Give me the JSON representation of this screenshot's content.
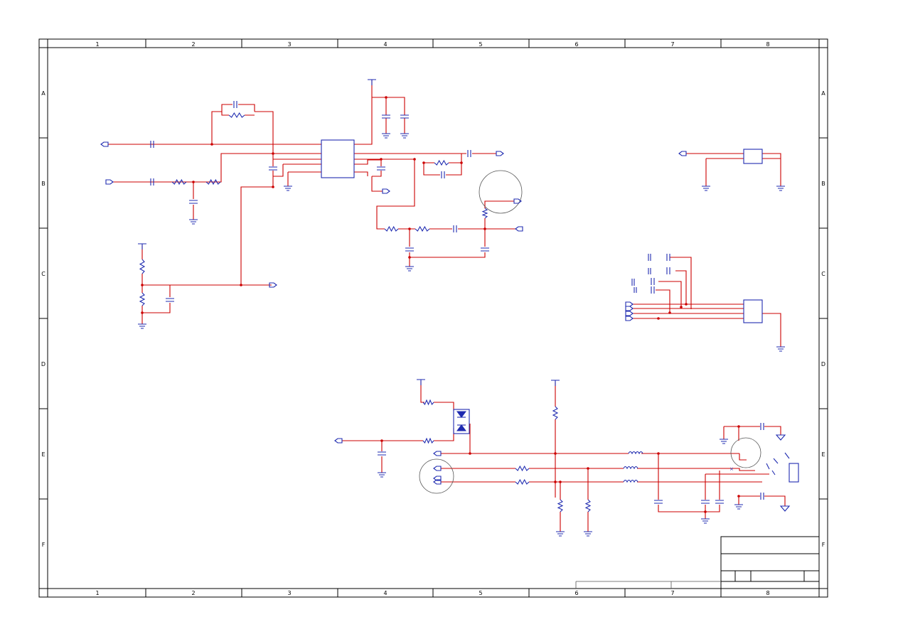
{
  "frame": {
    "columns": [
      "1",
      "2",
      "3",
      "4",
      "5",
      "6",
      "7",
      "8"
    ],
    "rows": [
      "A",
      "B",
      "C",
      "D",
      "E",
      "F"
    ]
  },
  "colors": {
    "wire": "#cc0000",
    "component": "#1f2bb0",
    "frame": "#000000"
  },
  "icons": [
    "resistor-icon",
    "capacitor-icon",
    "ground-icon",
    "power-rail-icon",
    "port-icon",
    "ic-icon",
    "diode-icon",
    "ferrite-bead-icon",
    "connector-icon"
  ]
}
